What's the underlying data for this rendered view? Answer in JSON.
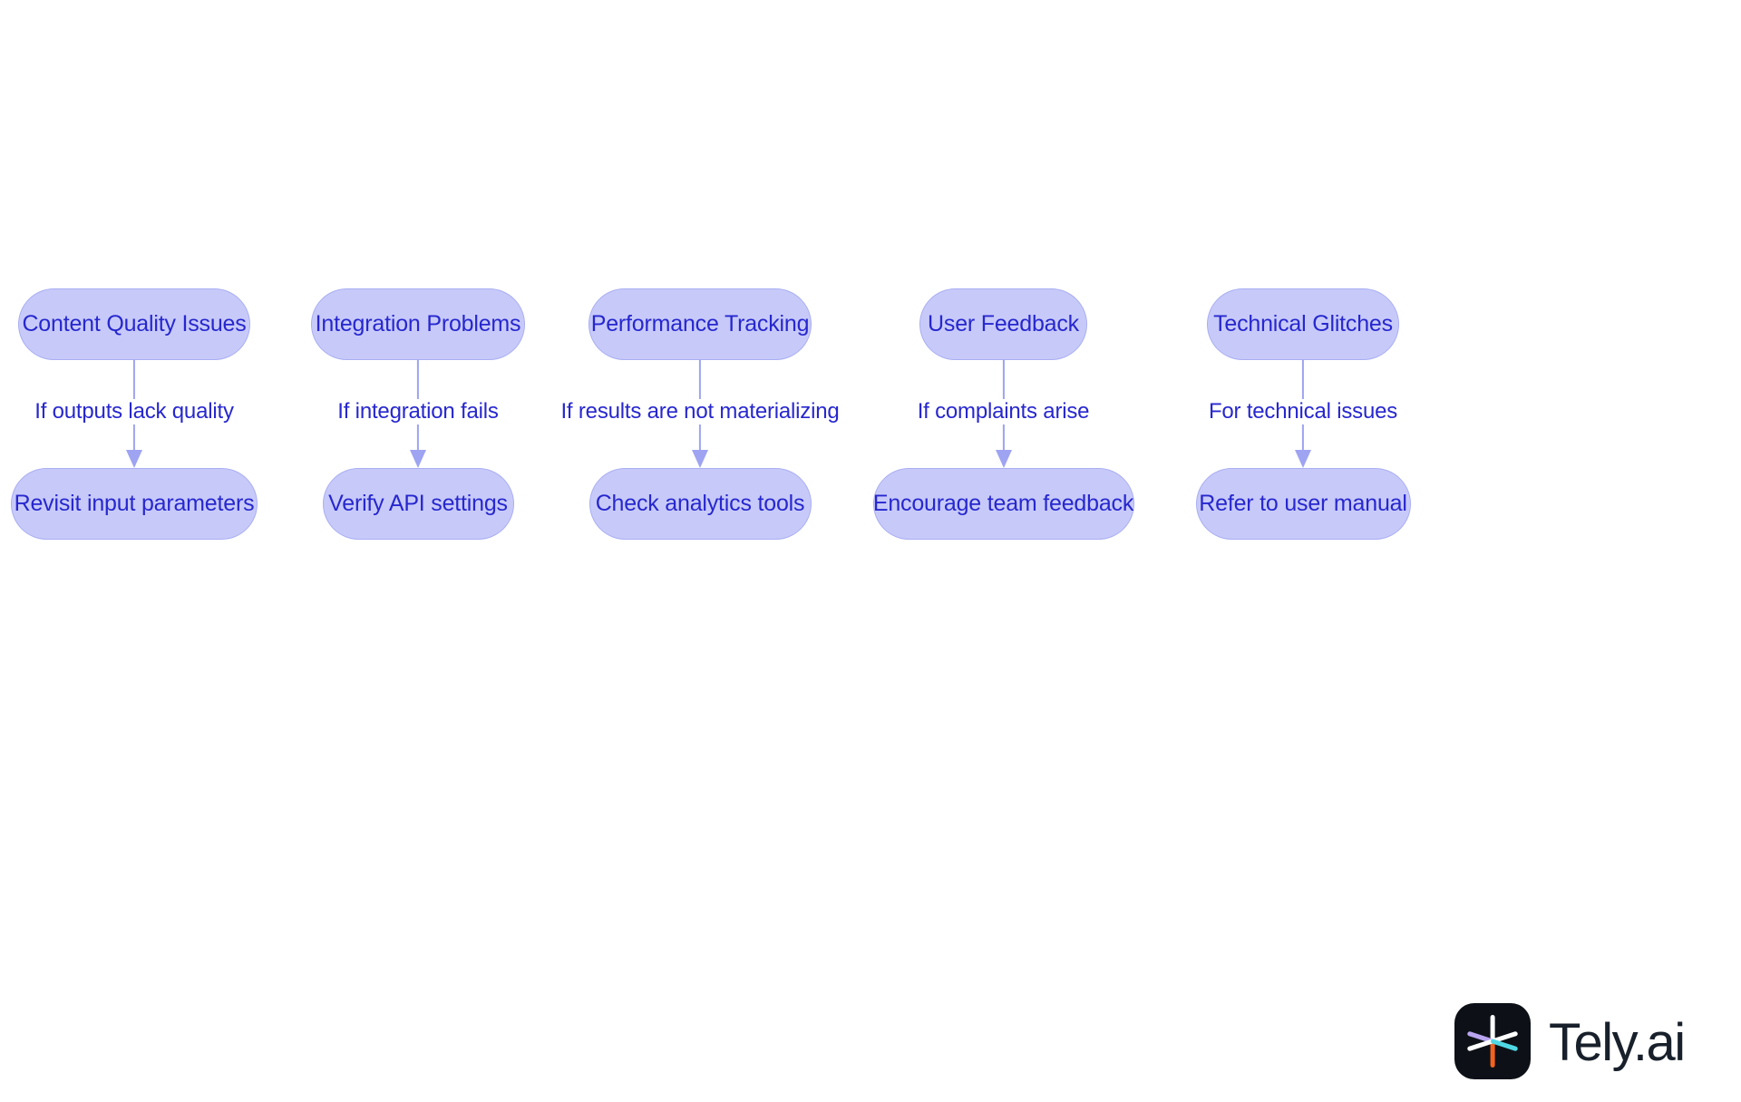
{
  "diagram": {
    "type": "flowchart",
    "orientation": "vertical-pairs",
    "columns": [
      {
        "source": "Content Quality Issues",
        "edge_label": "If outputs lack quality",
        "target": "Revisit input parameters"
      },
      {
        "source": "Integration Problems",
        "edge_label": "If integration fails",
        "target": "Verify API settings"
      },
      {
        "source": "Performance Tracking",
        "edge_label": "If results are not materializing",
        "target": "Check analytics tools"
      },
      {
        "source": "User Feedback",
        "edge_label": "If complaints arise",
        "target": "Encourage team feedback"
      },
      {
        "source": "Technical Glitches",
        "edge_label": "For technical issues",
        "target": "Refer to user manual"
      }
    ]
  },
  "branding": {
    "wordmark": "Tely.ai",
    "mark_icon": "tely-asterisk-icon"
  },
  "colors": {
    "background": "#ffffff",
    "node_fill": "#c7caf9",
    "node_border": "#a9aef2",
    "node_text": "#2727cf",
    "edge_line": "#9ea3f2",
    "edge_label_text": "#2727cf",
    "logo_mark_background": "#0d1117",
    "logo_wordmark": "#18202b",
    "logo_arm_white": "#ffffff",
    "logo_arm_orange": "#f4621f",
    "logo_arm_purple": "#b9a4f0",
    "logo_arm_cyan": "#4fd8e4"
  }
}
